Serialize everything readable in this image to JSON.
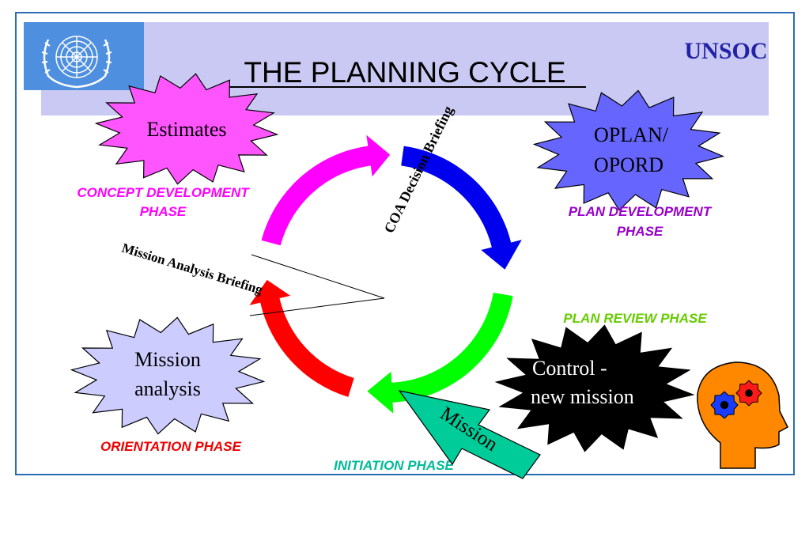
{
  "header": {
    "title": "THE PLANNING CYCLE",
    "brand": "UNSOC"
  },
  "bursts": {
    "estimates": "Estimates",
    "oplan_line1": "OPLAN/",
    "oplan_line2": "OPORD",
    "mission_analysis_line1": "Mission",
    "mission_analysis_line2": "analysis",
    "control_line1": "Control -",
    "control_line2": "new mission"
  },
  "phases": {
    "concept_line1": "CONCEPT DEVELOPMENT",
    "concept_line2": "PHASE",
    "plan_dev_line1": "PLAN DEVELOPMENT",
    "plan_dev_line2": "PHASE",
    "plan_review": "PLAN REVIEW PHASE",
    "orientation": "ORIENTATION PHASE",
    "initiation": "INITIATION PHASE"
  },
  "briefings": {
    "coa": "COA Decision Briefing",
    "mission_analysis": "Mission Analysis Briefing"
  },
  "arrow_label": "Mission",
  "colors": {
    "frame": "#2a6db5",
    "header_band": "#c9c9f3",
    "un_blue": "#4f8fe0",
    "brand": "#2323a8",
    "magenta": "#ff00ff",
    "blue": "#0000ee",
    "green": "#00ff00",
    "red": "#ff0000",
    "mission_arrow": "#00cc99",
    "estimates_fill": "#ff55ff",
    "oplan_fill": "#6666ff",
    "mission_analysis_fill": "#ccccff",
    "control_fill": "#000000",
    "concept_text": "#ff00ff",
    "plan_dev_text": "#9900cc",
    "plan_review_text": "#66cc00",
    "orientation_text": "#ee0000",
    "initiation_text": "#00bb99",
    "head": "#ff8800"
  },
  "icons": [
    "un-emblem-icon",
    "head-with-gears-icon"
  ]
}
